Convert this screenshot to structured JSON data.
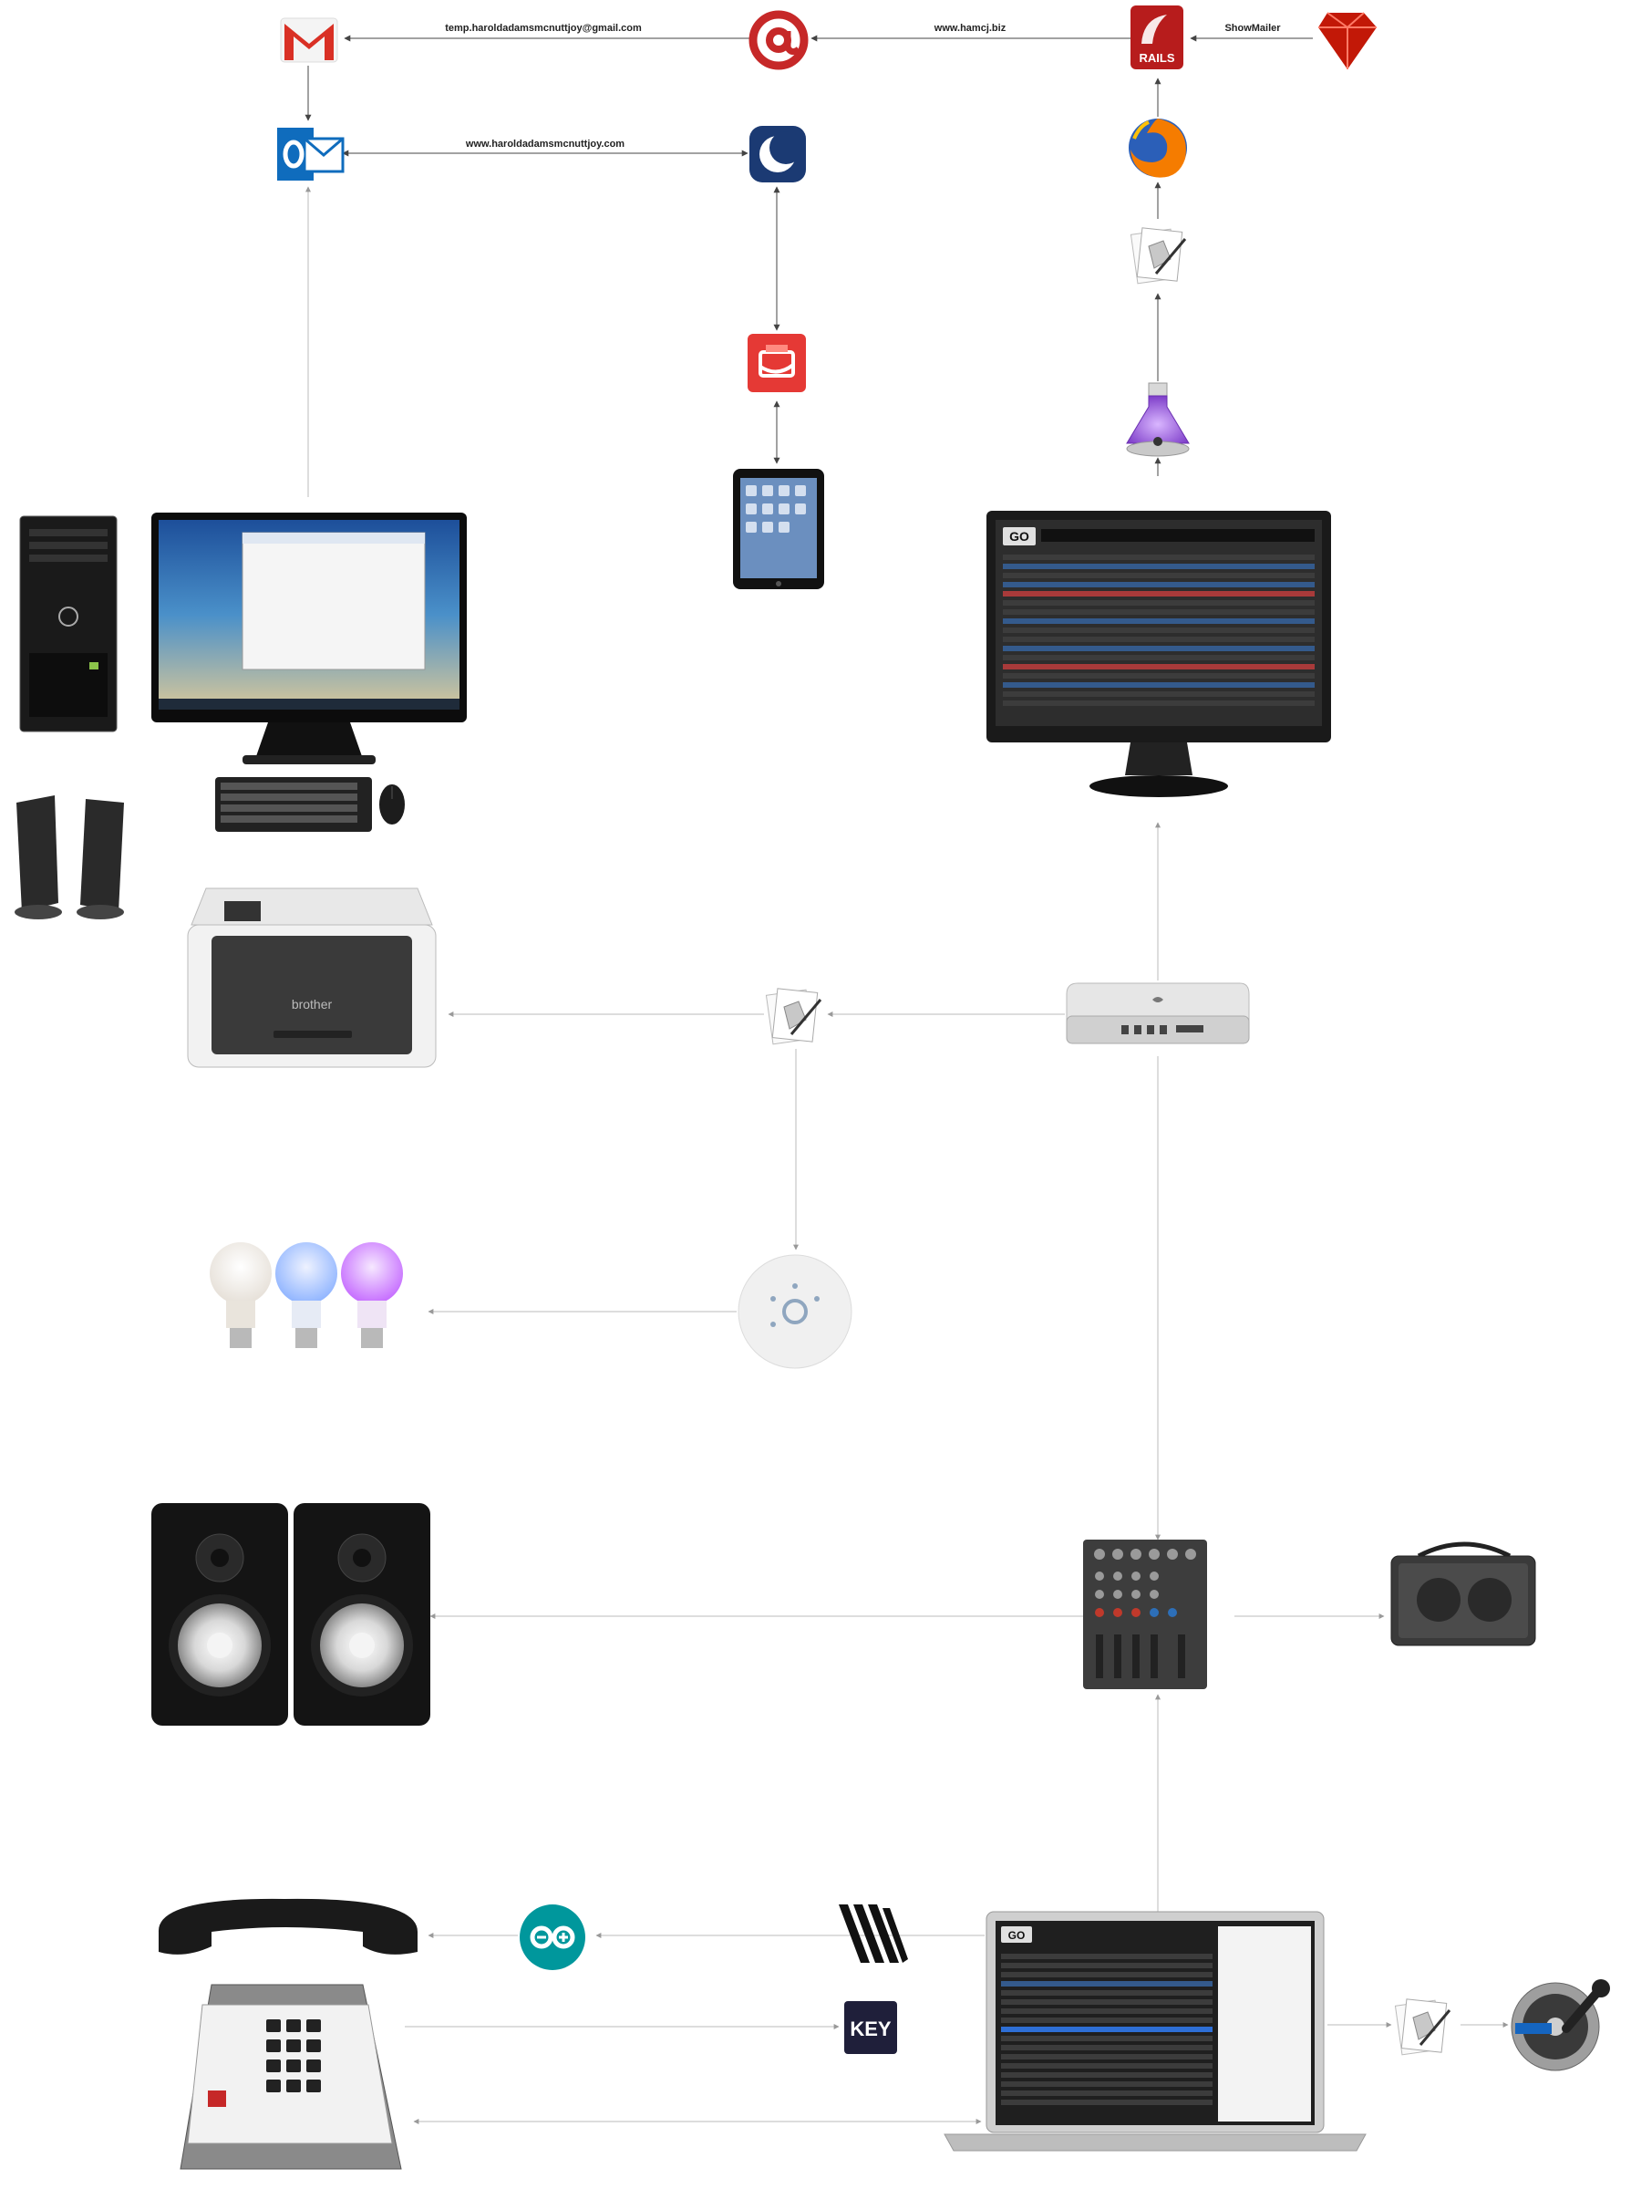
{
  "labels": {
    "gmail_link": "temp.haroldadamsmcnuttjoy@gmail.com",
    "web_link": "www.hamcj.biz",
    "showmailer": "ShowMailer",
    "outlook_link": "www.haroldadamsmcnuttjoy.com",
    "rails_text": "RAILS",
    "go_button": "GO",
    "go_button_laptop": "GO",
    "key_label": "KEY",
    "printer_brand": "brother"
  },
  "icons": {
    "gmail": "gmail-icon",
    "email_at": "email-at-icon",
    "rails": "rails-icon",
    "ruby": "ruby-icon",
    "outlook": "outlook-icon",
    "night_app": "crescent-moon-app-icon",
    "firefox": "firefox-icon",
    "script_editor": "script-editor-icon",
    "airmail": "mail-app-icon",
    "automator": "automator-flask-icon",
    "ipad": "ipad-icon",
    "hp_tower": "pc-tower-icon",
    "pc_monitor": "pc-monitor-icon",
    "keyboard": "keyboard-icon",
    "mouse": "mouse-icon",
    "desktop_speakers": "desktop-speakers-icon",
    "qlab_monitor": "show-control-monitor-icon",
    "printer": "laser-printer-icon",
    "mac_mini": "mac-mini-icon",
    "hue_bulbs": "smart-bulbs-icon",
    "hue_bridge": "hue-bridge-icon",
    "studio_monitors": "studio-monitor-speakers-icon",
    "mixer": "audio-mixer-icon",
    "amp": "portable-amplifier-icon",
    "telephone": "desk-telephone-icon",
    "arduino": "arduino-icon",
    "cables": "cable-bundle-icon",
    "keynote": "keynote-icon",
    "macbook": "macbook-laptop-icon",
    "recorder": "audio-recorder-icon"
  },
  "colors": {
    "gmail_red": "#d93025",
    "at_red": "#c62828",
    "rails_red": "#b71c1c",
    "outlook_blue": "#0f6cbd",
    "moon_navy": "#1b3a73",
    "airmail_red": "#e53935",
    "firefox_orange": "#f57c00",
    "arduino_teal": "#00979c",
    "hue_purple": "#c56bff",
    "hue_blue": "#8fb4ff"
  }
}
